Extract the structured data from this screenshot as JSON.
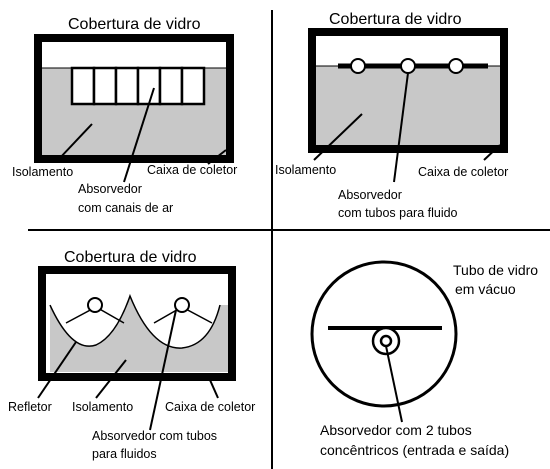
{
  "panels": {
    "air": {
      "title": "Cobertura de vidro",
      "insulation": "Isolamento",
      "absorber_line1": "Absorvedor",
      "absorber_line2": "com canais de ar",
      "box": "Caixa de coletor"
    },
    "fluid": {
      "title": "Cobertura de vidro",
      "insulation": "Isolamento",
      "absorber_line1": "Absorvedor",
      "absorber_line2": "com tubos para fluido",
      "box": "Caixa de coletor"
    },
    "reflector": {
      "title": "Cobertura de vidro",
      "reflector": "Refletor",
      "insulation": "Isolamento",
      "absorber_line1": "Absorvedor com tubos",
      "absorber_line2": "para fluidos",
      "box": "Caixa de coletor"
    },
    "vacuum": {
      "tube_line1": "Tubo de vidro",
      "tube_line2": "em vácuo",
      "absorber_line1": "Absorvedor com 2 tubos",
      "absorber_line2": "concêntricos (entrada e saída)"
    }
  },
  "colors": {
    "insulation_fill": "#c8c8c8",
    "frame": "#000000",
    "background": "#ffffff"
  }
}
